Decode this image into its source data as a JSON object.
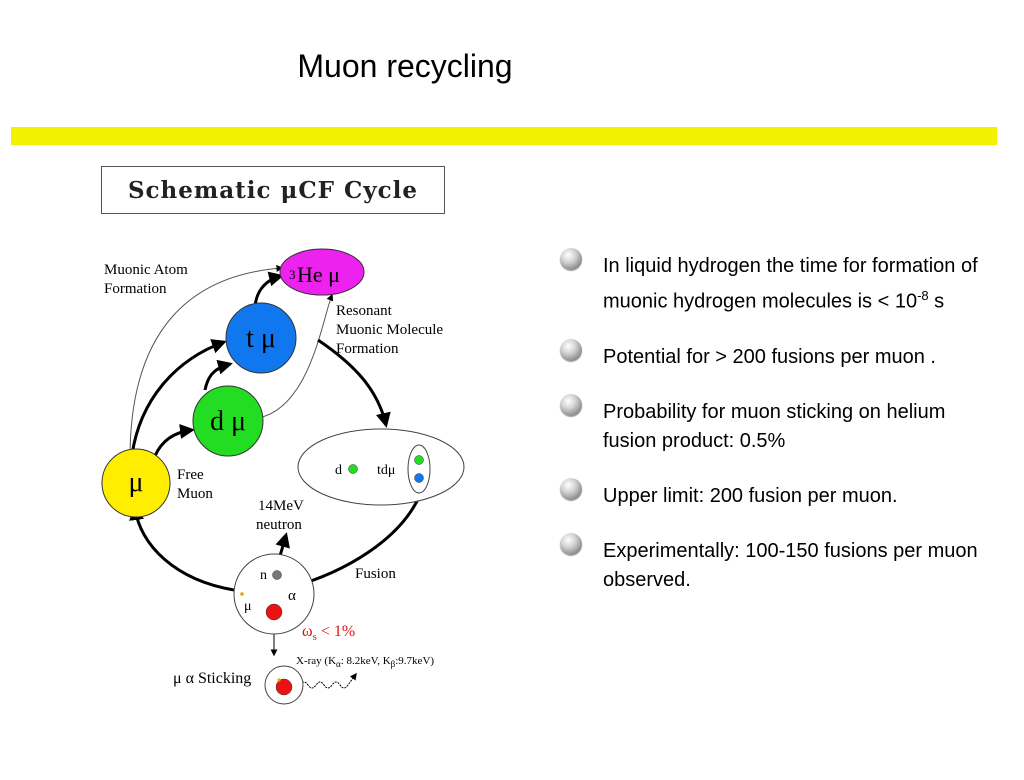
{
  "title": "Muon recycling",
  "colors": {
    "band": "#f2f200",
    "he_mu": "#ee22ee",
    "t_mu": "#1177ee",
    "d_mu": "#22dd22",
    "mu": "#ffee00",
    "alpha": "#ee1111",
    "sticking_label": "#dd1111"
  },
  "diagram": {
    "box_title": "Schematic μCF Cycle",
    "muonic_atom_line1": "Muonic Atom",
    "muonic_atom_line2": "Formation",
    "he_prefix": "3",
    "he_label": "He μ",
    "resonant_line1": "Resonant",
    "resonant_line2": "Muonic Molecule",
    "resonant_line3": "Formation",
    "t_mu": "t μ",
    "d_mu": "d μ",
    "mu": "μ",
    "free_line1": "Free",
    "free_line2": "Muon",
    "molecule_d": "d",
    "molecule_tdmu": "tdμ",
    "neutron_line1": "14MeV",
    "neutron_line2": "neutron",
    "fusion": "Fusion",
    "n": "n",
    "alpha": "α",
    "mu_small": "μ",
    "omega": "ω",
    "omega_sub": "s",
    "omega_rest": " < 1%",
    "xray_a": "X-ray (K",
    "xray_sub1": "α",
    "xray_b": ": 8.2keV, K",
    "xray_sub2": "β",
    "xray_c": ":9.7keV)",
    "sticking": "μ α Sticking"
  },
  "bullets": [
    {
      "text": "In liquid hydrogen the time for formation of muonic hydrogen molecules is < 10",
      "sup": "-8",
      "tail": " s"
    },
    {
      "text": "Potential for > 200 fusions per muon ."
    },
    {
      "text": "Probability for muon sticking on helium fusion product: 0.5%"
    },
    {
      "text": "Upper limit: 200 fusion per muon."
    },
    {
      "text": "Experimentally: 100-150 fusions per muon observed."
    }
  ]
}
